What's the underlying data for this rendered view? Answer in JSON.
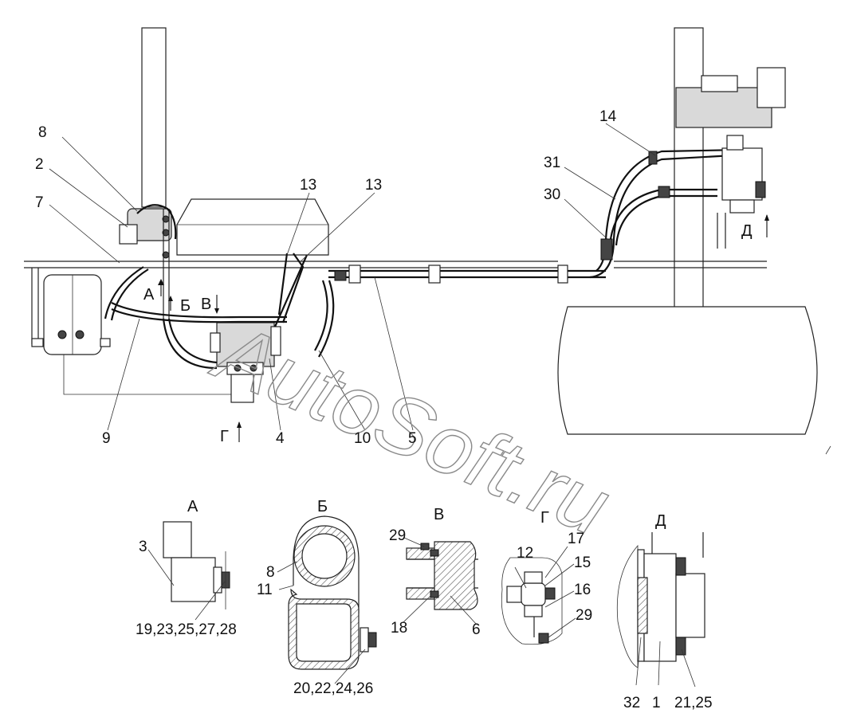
{
  "watermark": "AutoSoft.ru",
  "main_callouts": {
    "c8": "8",
    "c2": "2",
    "c7": "7",
    "c9": "9",
    "c4": "4",
    "c10": "10",
    "c5": "5",
    "c13a": "13",
    "c13b": "13",
    "c14": "14",
    "c31": "31",
    "c30": "30"
  },
  "view_marks": {
    "a": "А",
    "b": "Б",
    "v": "В",
    "g": "Г",
    "d": "Д"
  },
  "details": {
    "a": {
      "title": "А",
      "c3": "3",
      "c19": "19,23,25,27,28"
    },
    "b": {
      "title": "Б",
      "c8": "8",
      "c11": "11",
      "c20": "20,22,24,26"
    },
    "v": {
      "title": "В",
      "c29": "29",
      "c18": "18",
      "c6": "6"
    },
    "g": {
      "title": "Г",
      "c12": "12",
      "c17": "17",
      "c15": "15",
      "c16": "16",
      "c29": "29"
    },
    "d": {
      "title": "Д",
      "c32": "32",
      "c1": "1",
      "c21": "21,25"
    }
  }
}
